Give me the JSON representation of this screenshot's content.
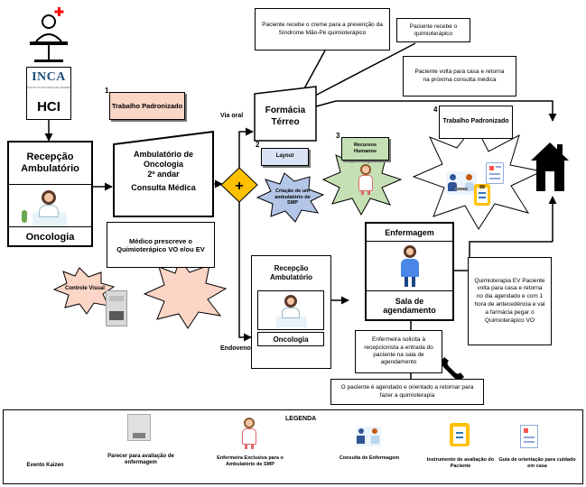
{
  "hospital": {
    "logo_text": "INCA",
    "logo_subtitle": "INSTITUTO NACIONAL DE CÂNCER",
    "unit": "HCI"
  },
  "reception_outpatient": {
    "title_line1": "Recepção",
    "title_line2": "Ambulatório",
    "department": "Oncologia"
  },
  "outpatient_consult": {
    "title": "Ambulatório de Oncologia",
    "floor": "2º andar",
    "subtitle": "Consulta Médica"
  },
  "step1": {
    "number": "1",
    "label": "Trabalho Padronizado"
  },
  "prescription_note": "Médico prescreve o Quimioterápico VO e/ou EV",
  "visual_control": "Controle Visual",
  "route_oral": "Via oral",
  "route_iv": "Endovenoso",
  "pharmacy": {
    "line1": "Formácia",
    "line2": "Térreo"
  },
  "step2": {
    "number": "2",
    "label": "Layout"
  },
  "smp_clinic": "Criação de um ambulatório de SMP",
  "step3": {
    "number": "3",
    "label": "Recursos Humanos"
  },
  "top_note_cream": "Paciente recebe o creme para a prevenção da Síndrome Mão-Pé quimioterápico",
  "top_note_receives": "Paciente recebe o quimioterápico",
  "return_home_note": "Paciente volta para casa e retorna na próxima consulta médica",
  "step4": {
    "number": "4",
    "label": "Trabalho Padronizado"
  },
  "nursing": {
    "title": "Enfermagem",
    "room": "Sala de agendamento"
  },
  "reception_lower": {
    "title_line1": "Recepção",
    "title_line2": "Ambulatório",
    "department": "Oncologia"
  },
  "nurse_request_note": "Enfermeira solicita à recepcionista a entrada do paciente na sala de agendamento",
  "scheduled_note": "O paciente é agendado e orientado a retornar para fazer a quimioterapia",
  "iv_note": "Quimioterapia EV Paciente volta para casa e retorna no dia agendado e com 1 hora de antecedência e vai a farmácia pegar o Quimioterápico VO",
  "legend": {
    "title": "LEGENDA",
    "items": [
      {
        "label": "Evento Kaizen",
        "icon": "kaizen-burst-icon"
      },
      {
        "label": "Parecer para avaliação de enfermagem",
        "icon": "document-icon"
      },
      {
        "label": "Enfermeira Exclusiva para o Ambulatório de SMP",
        "icon": "nurse-icon"
      },
      {
        "label": "Consulta de Enfermagem",
        "icon": "consultation-icon"
      },
      {
        "label": "Instrumento de avaliação do Paciente",
        "icon": "clipboard-icon"
      },
      {
        "label": "Guia de orientação para cuidado em casa",
        "icon": "guide-icon"
      }
    ]
  },
  "colors": {
    "step_box": "#fbd5c5",
    "burst_blue": "#b4c6e7",
    "burst_green": "#c5e0b4",
    "burst_peach": "#fbd5c5",
    "diamond": "#ffc000",
    "cross": "#ff0000",
    "smp_bg": "#dae3f3"
  }
}
